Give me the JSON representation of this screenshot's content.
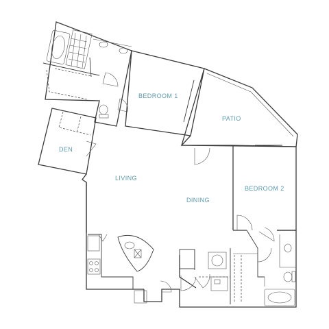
{
  "rooms": {
    "bedroom1": "BEDROOM 1",
    "patio": "PATIO",
    "den": "DEN",
    "living": "LIVING",
    "dining": "DINING",
    "bedroom2": "BEDROOM 2"
  },
  "icons": [
    "bathtub-icon",
    "shower-icon",
    "sink-icon",
    "toilet-icon",
    "stove-icon",
    "refrigerator-icon",
    "washer-icon",
    "dryer-icon",
    "door-swing-icon"
  ],
  "colors": {
    "wall": "#3a3a3a",
    "label": "#5a9ab0",
    "background": "#ffffff"
  }
}
